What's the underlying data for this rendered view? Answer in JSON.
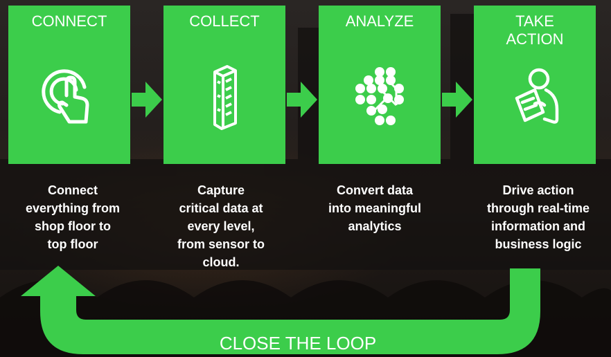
{
  "colors": {
    "accent": "#3ccd4b",
    "text": "#ffffff"
  },
  "steps": [
    {
      "title": "CONNECT",
      "icon": "touch-hand-icon",
      "description": "Connect\neverything from\nshop floor to\ntop floor"
    },
    {
      "title": "COLLECT",
      "icon": "data-column-icon",
      "description": "Capture\ncritical data at\nevery level,\nfrom sensor to\ncloud."
    },
    {
      "title": "ANALYZE",
      "icon": "network-nodes-icon",
      "description": "Convert data\ninto meaningful\nanalytics"
    },
    {
      "title": "TAKE\nACTION",
      "icon": "person-clipboard-icon",
      "description": "Drive action\nthrough real-time\ninformation and\nbusiness logic"
    }
  ],
  "loop_label": "CLOSE THE LOOP"
}
